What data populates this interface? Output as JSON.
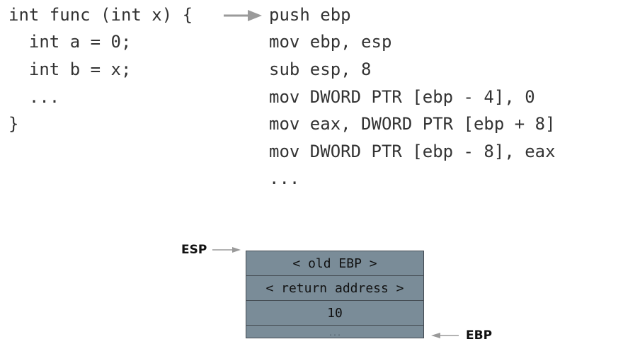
{
  "c_code": {
    "lines": [
      "int func (int x) {",
      "  int a = 0;",
      "  int b = x;",
      "  ...",
      "}"
    ]
  },
  "asm_code": {
    "lines": [
      "push ebp",
      "mov ebp, esp",
      "sub esp, 8",
      "mov DWORD PTR [ebp - 4], 0",
      "mov eax, DWORD PTR [ebp + 8]",
      "mov DWORD PTR [ebp - 8], eax",
      "..."
    ]
  },
  "stack": {
    "cells": [
      "< old EBP >",
      "< return address >",
      "10",
      "..."
    ],
    "fill_color": "#7a8c98"
  },
  "pointers": {
    "esp": "ESP",
    "ebp": "EBP"
  },
  "colors": {
    "code_text": "#333333",
    "arrow": "#9a9a9a"
  }
}
